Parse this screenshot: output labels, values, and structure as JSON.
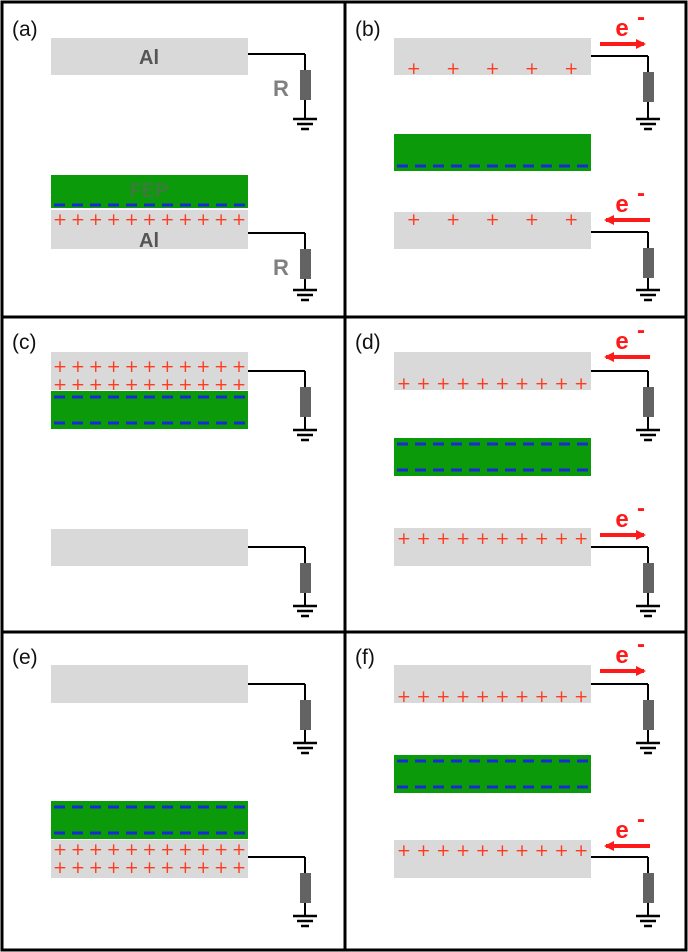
{
  "panels": [
    {
      "id": "a",
      "label": "(a)",
      "top_material": "Al",
      "fep_label": "FEP",
      "bottom_material": "Al",
      "resistor_label": "R"
    },
    {
      "id": "b",
      "label": "(b)",
      "electron_symbol": "e",
      "electron_superscript": "-",
      "top_flow": "right",
      "bottom_flow": "left"
    },
    {
      "id": "c",
      "label": "(c)"
    },
    {
      "id": "d",
      "label": "(d)",
      "electron_symbol": "e",
      "electron_superscript": "-",
      "top_flow": "left",
      "bottom_flow": "right"
    },
    {
      "id": "e",
      "label": "(e)"
    },
    {
      "id": "f",
      "label": "(f)",
      "electron_symbol": "e",
      "electron_superscript": "-",
      "top_flow": "right",
      "bottom_flow": "left"
    }
  ],
  "colors": {
    "electrode": "#d9d9d9",
    "fep": "#0a9a0a",
    "negative_charge": "#1a2ad8",
    "positive_charge": "#ff3b1f",
    "electron_arrow": "#ff1a1a",
    "resistor": "#636363",
    "wire": "#000000"
  }
}
